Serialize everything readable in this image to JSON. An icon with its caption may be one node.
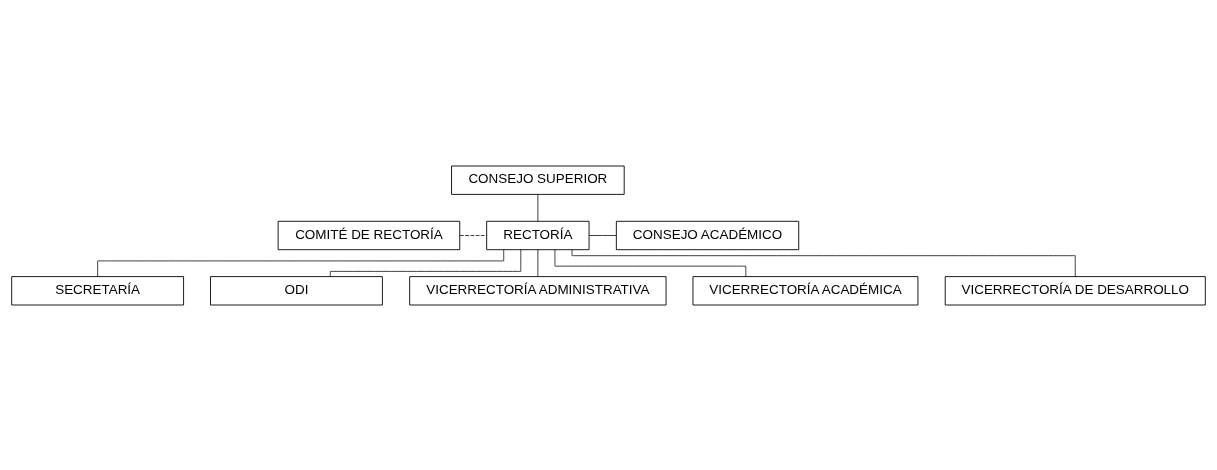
{
  "diagram": {
    "nodes": [
      {
        "text": [
          "CONSEJO SUPERIOR"
        ]
      },
      {
        "text": [
          "COMITÉ DE RECTORÍA"
        ]
      },
      {
        "text": [
          "RECTORÍA"
        ]
      },
      {
        "text": [
          "CONSEJO ACADÉMICO"
        ]
      },
      {
        "text": [
          "SECRETARÍA"
        ]
      },
      {
        "text": [
          "ODI"
        ]
      },
      {
        "text": [
          "VICERRECTORÍA ADMINISTRATIVA"
        ]
      },
      {
        "text": [
          "VICERRECTORÍA ACADÉMICA"
        ]
      },
      {
        "text": [
          "VICERRECTORÍA DE DESARROLLO"
        ]
      }
    ],
    "edges": [
      {
        "from": 0,
        "to": 2,
        "arrow": "none"
      },
      {
        "from": 1,
        "to": 2,
        "arrow": "none",
        "style": "dashed"
      },
      {
        "from": 2,
        "to": 3,
        "arrow": "none"
      },
      {
        "from": 2,
        "to": 4,
        "arrow": "none"
      },
      {
        "from": 2,
        "to": 5,
        "arrow": "none"
      },
      {
        "from": 2,
        "to": 6,
        "arrow": "none"
      },
      {
        "from": 2,
        "to": 7,
        "arrow": "none"
      },
      {
        "from": 2,
        "to": 8,
        "arrow": "none"
      }
    ]
  }
}
